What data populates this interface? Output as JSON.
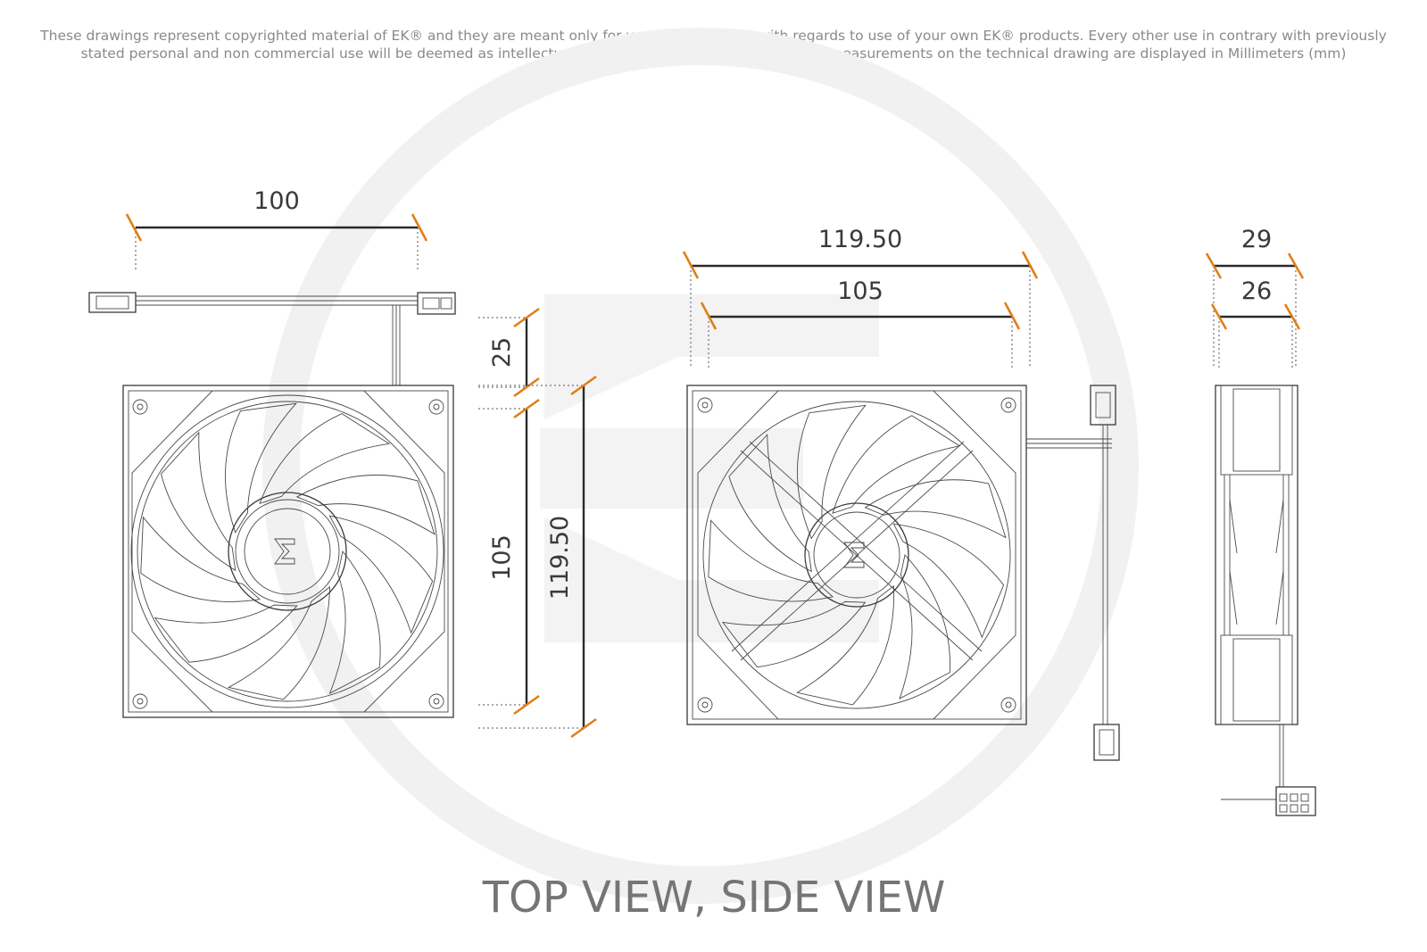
{
  "notice": {
    "line1": "These drawings represent copyrighted material of EK® and they are meant only for your personal use, with regards to use of  your own EK® products. Every other use in contrary with previously",
    "line2": "stated personal and non commercial use will be deemed as intellectual property rights infringement.All the measurements on the technical drawing are displayed in Millimeters (mm)"
  },
  "dimensions": {
    "top_width": "100",
    "cable_offset": "25",
    "hole_spacing_v": "105",
    "height": "119.50",
    "front_width": "119.50",
    "front_hole_spacing": "105",
    "side_depth": "29",
    "side_inner": "26"
  },
  "caption": "TOP VIEW, SIDE VIEW",
  "colors": {
    "accent": "#e07f16",
    "line": "#3a3a3a",
    "watermark": "#efefef"
  }
}
